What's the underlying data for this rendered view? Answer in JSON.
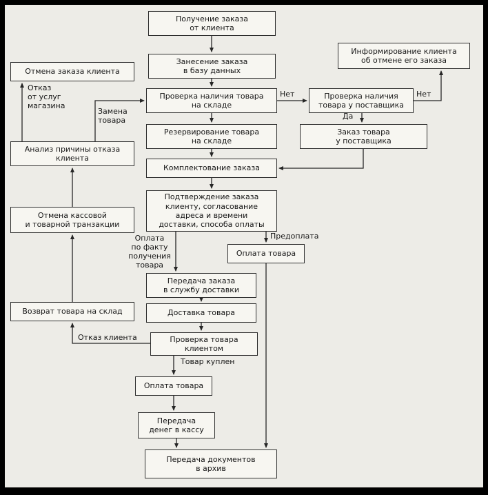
{
  "colors": {
    "frame": "#000000",
    "background": "#edece7",
    "box_background": "#f7f6f1",
    "ink": "#161616"
  },
  "diagram": {
    "nodes": [
      {
        "id": "receive-order",
        "label": "Получение заказа\nот  клиента"
      },
      {
        "id": "enter-order-db",
        "label": "Занесение заказа\nв базу  данных"
      },
      {
        "id": "inform-cancel",
        "label": "Информирование клиента\nоб отмене его заказа"
      },
      {
        "id": "cancel-client-order",
        "label": "Отмена заказа клиента"
      },
      {
        "id": "check-stock",
        "label": "Проверка наличия товара\nна складе"
      },
      {
        "id": "check-supplier",
        "label": "Проверка наличия\nтовара у поставщика"
      },
      {
        "id": "order-supplier",
        "label": "Заказ товара\nу  поставщика"
      },
      {
        "id": "reserve-stock",
        "label": "Резервирование товара\nна  складе"
      },
      {
        "id": "assemble-order",
        "label": "Комплектование заказа"
      },
      {
        "id": "analyze-refusal",
        "label": "Анализ причины отказа\nклиента"
      },
      {
        "id": "confirm-order",
        "label": "Подтверждение заказа\nклиенту, согласование\nадреса и времени\nдоставки, способа оплаты"
      },
      {
        "id": "cancel-transaction",
        "label": "Отмена кассовой\nи товарной транзакции"
      },
      {
        "id": "pay-prepay",
        "label": "Оплата товара"
      },
      {
        "id": "transfer-delivery",
        "label": "Передача заказа\nв службу доставки"
      },
      {
        "id": "deliver-goods",
        "label": "Доставка товара"
      },
      {
        "id": "return-to-stock",
        "label": "Возврат товара на склад"
      },
      {
        "id": "client-check",
        "label": "Проверка товара\nклиентом"
      },
      {
        "id": "pay-on-receipt",
        "label": "Оплата товара"
      },
      {
        "id": "money-to-cash",
        "label": "Передача\nденег в кассу"
      },
      {
        "id": "docs-archive",
        "label": "Передача  документов\nв архив"
      }
    ],
    "edge_labels": [
      {
        "id": "no-stock",
        "text": "Нет"
      },
      {
        "id": "no-supplier",
        "text": "Нет"
      },
      {
        "id": "yes-supplier",
        "text": "Да"
      },
      {
        "id": "refuse-store",
        "text": "Отказ\nот  услуг\nмагазина"
      },
      {
        "id": "replace-goods",
        "text": "Замена\nтовара"
      },
      {
        "id": "pay-on-fact",
        "text": "Оплата\nпо факту\nполучения\nтовара"
      },
      {
        "id": "prepayment",
        "text": "Предоплата"
      },
      {
        "id": "client-refusal",
        "text": "Отказ клиента"
      },
      {
        "id": "goods-bought",
        "text": "Товар куплен"
      }
    ]
  }
}
